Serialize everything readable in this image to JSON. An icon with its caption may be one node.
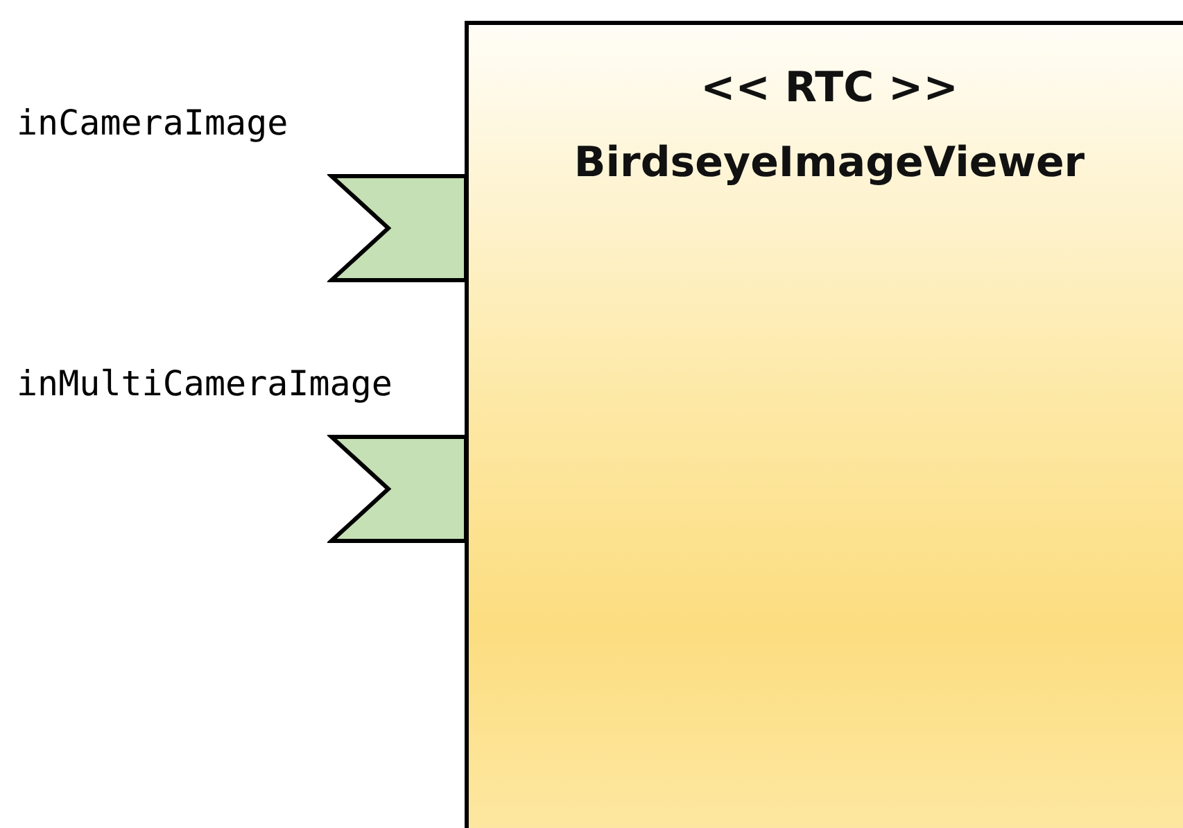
{
  "diagram": {
    "nodes": [
      {
        "text": [
          "<< RTC >>",
          "BirdseyeImageViewer"
        ]
      },
      {
        "text": [
          "inCameraImage"
        ]
      },
      {
        "text": [
          "inMultiCameraImage"
        ]
      }
    ]
  }
}
